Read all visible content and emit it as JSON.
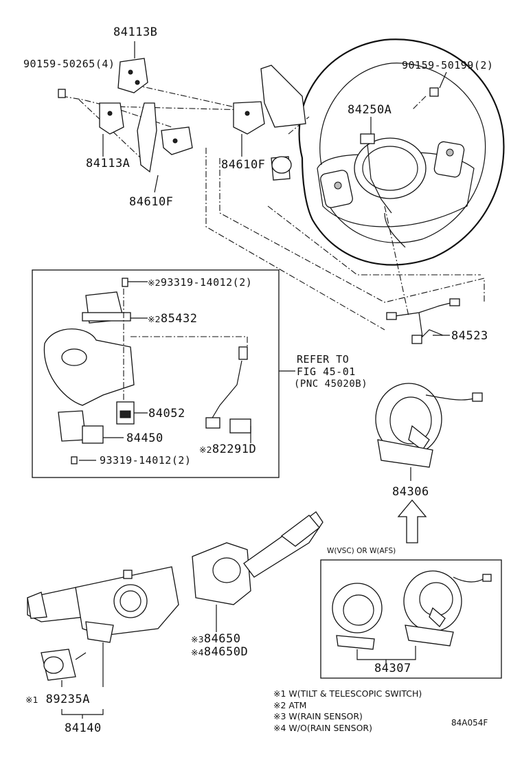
{
  "labels": {
    "p84113B": "84113B",
    "p90159_50265": "90159-50265(4)",
    "p84113A": "84113A",
    "p84610F_left": "84610F",
    "p84610F_mid": "84610F",
    "p90159_50199": "90159-50199(2)",
    "p84250A": "84250A",
    "p93319_top": "93319-14012(2)",
    "p85432": "85432",
    "p84523": "84523",
    "refer_line1": "REFER TO",
    "refer_line2": "FIG 45-01",
    "refer_line3": "(PNC 45020B)",
    "p84052": "84052",
    "p84450": "84450",
    "p82291D": "82291D",
    "p93319_bottom": "93319-14012(2)",
    "p84306": "84306",
    "p84650": "84650",
    "p84650D": "84650D",
    "p84307": "84307",
    "p89235A": "89235A",
    "p84140": "84140",
    "variant_caption": "W(VSC) OR W(AFS)"
  },
  "markers": {
    "m1": "※1",
    "m2": "※2",
    "m3": "※3",
    "m4": "※4"
  },
  "legend": [
    {
      "mark": "※1",
      "text": "W(TILT & TELESCOPIC SWITCH)"
    },
    {
      "mark": "※2",
      "text": "ATM"
    },
    {
      "mark": "※3",
      "text": "W(RAIN SENSOR)"
    },
    {
      "mark": "※4",
      "text": "W/O(RAIN SENSOR)"
    }
  ],
  "figure_code": "84A054F"
}
